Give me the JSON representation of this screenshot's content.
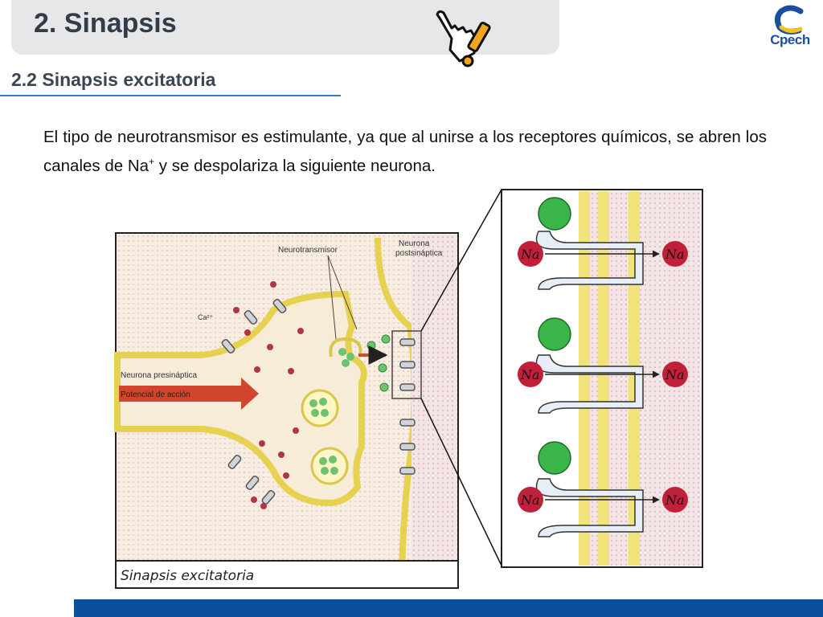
{
  "header": {
    "title": "2. Sinapsis",
    "logo_text": "Cpech"
  },
  "section": {
    "title": "2.2  Sinapsis excitatoria"
  },
  "body": {
    "line_part1": "El tipo de neurotransmisor es estimulante, ya que al unirse a los receptores químicos, se abren los canales de Na",
    "superscript": "+",
    "line_part2": " y se despolariza la siguiente neurona."
  },
  "figure": {
    "label_neurotransmitter": "Neurotransmisor",
    "label_postsynaptic_1": "Neurona",
    "label_postsynaptic_2": "postsináptica",
    "label_ca": "Ca²⁺",
    "label_presynaptic": "Neurona presináptica",
    "label_action_potential": "Potencial de acción",
    "caption": "Sinapsis excitatoria",
    "na_label": "Na"
  },
  "colors": {
    "accent_blue": "#0b4f9c",
    "membrane_yellow": "#f2e27a",
    "green_neurotransmitter": "#3ab54a",
    "red_ion": "#c0203a"
  }
}
